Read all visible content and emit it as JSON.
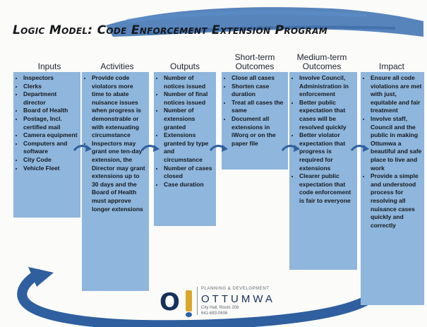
{
  "title": "Logic Model: Code Enforcement Extension Program",
  "columns": [
    {
      "heading": "Inputs",
      "items": [
        "Inspectors",
        "Clerks",
        "Department director",
        "Board of Health",
        "Postage, Incl. certified mail",
        "Camera equipment",
        "Computers and software",
        "City Code",
        "Vehicle Fleet"
      ]
    },
    {
      "heading": "Activities",
      "items": [
        "Provide code violators more time to abate nuisance issues when progress is demonstrable or with extenuating circumstance",
        "Inspectors may grant one ten-day extension, the Director may grant extensions up to 30 days and the Board of Health must approve longer extensions"
      ]
    },
    {
      "heading": "Outputs",
      "items": [
        "Number of notices issued",
        "Number of final notices issued",
        "Number of extensions granted",
        "Extensions granted by type and circumstance",
        "Number of cases closed",
        "Case duration"
      ]
    },
    {
      "heading_lines": [
        "Short-term",
        "Outcomes"
      ],
      "items": [
        "Close all cases",
        "Shorten case duration",
        "Treat all cases the same",
        "Document all extensions in iWorq or on the paper file"
      ]
    },
    {
      "heading_lines": [
        "Medium-term",
        "Outcomes"
      ],
      "items": [
        "Involve Council, Administration in enforcement",
        "Better public expectation that cases will be resolved quickly",
        "Better violator expectation that progress is required for extensions",
        "Clearer public expectation that code enforcement is fair to everyone"
      ]
    },
    {
      "heading": "Impact",
      "items": [
        "Ensure all code violations are met with just, equitable and fair treatment",
        "Involve staff, Council and the public in making Ottumwa a beautiful and safe place to live and work",
        "Provide a simple and understood process for resolving all nuisance cases quickly and correctly"
      ]
    }
  ],
  "logo": {
    "mark": "O",
    "tagline": "PLANNING & DEVELOPMENT",
    "name": "OTTUMWA",
    "address": "City Hall, Room 208",
    "phone": "641-683-0606"
  },
  "colors": {
    "box": "#8fb6dc",
    "brush": "#3a6fb0",
    "arrow": "#2f5f9e"
  }
}
